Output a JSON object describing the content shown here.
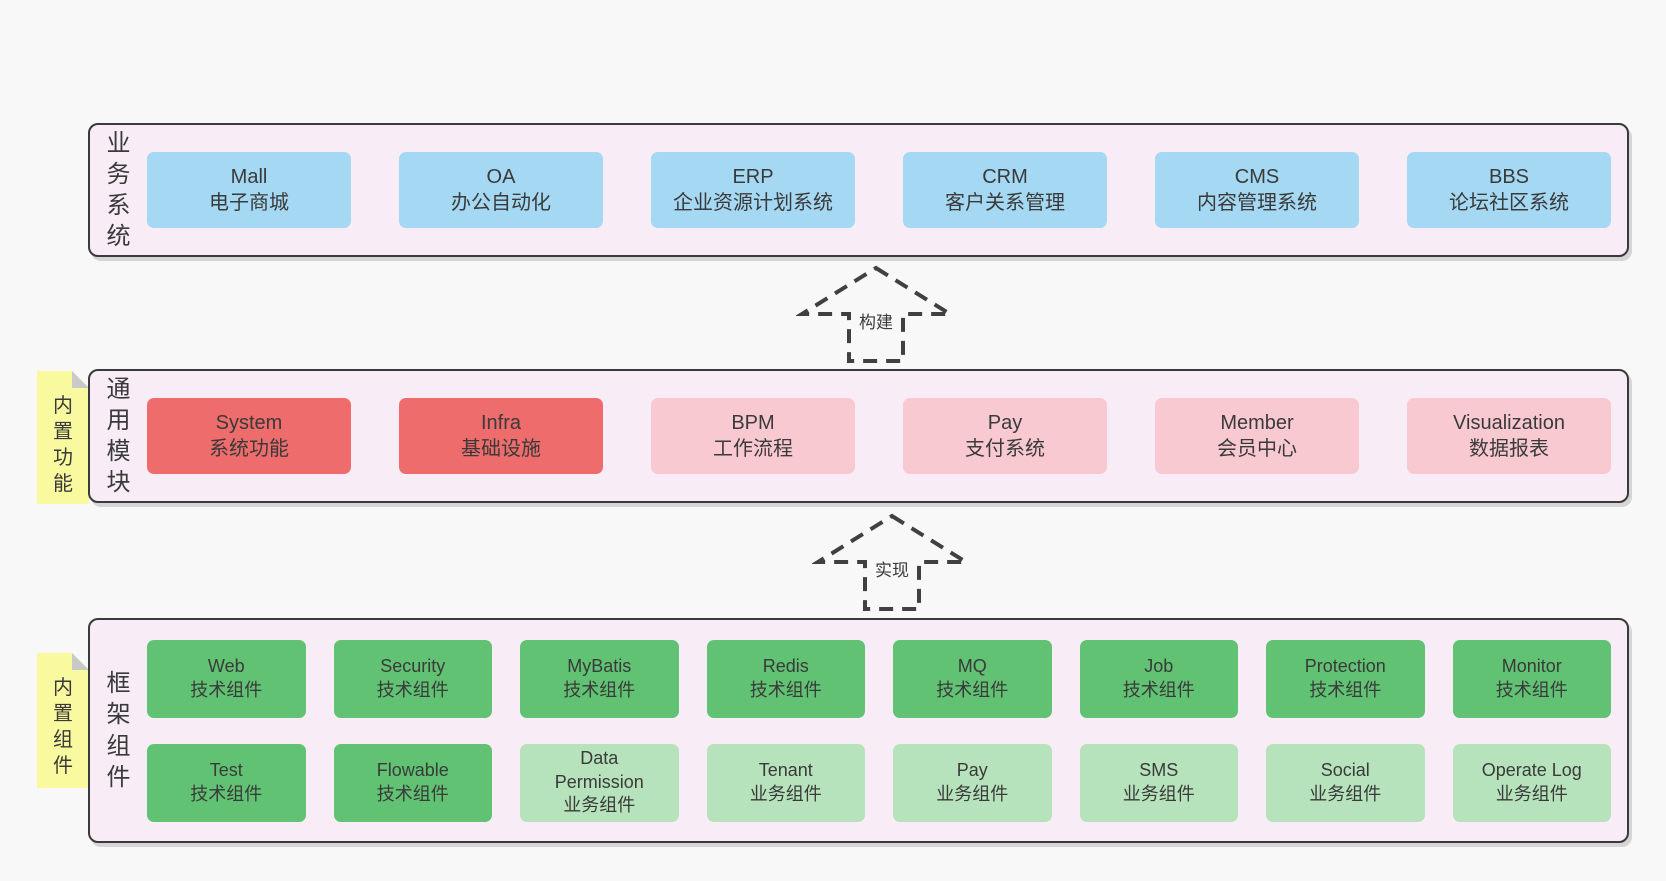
{
  "diagram": {
    "arrows": [
      {
        "label": "构建"
      },
      {
        "label": "实现"
      }
    ],
    "layers": [
      {
        "label": "业务系统",
        "tag": "",
        "rows": [
          [
            {
              "title": "Mall",
              "subtitle": "电子商城",
              "variant": "blue"
            },
            {
              "title": "OA",
              "subtitle": "办公自动化",
              "variant": "blue"
            },
            {
              "title": "ERP",
              "subtitle": "企业资源计划系统",
              "variant": "blue"
            },
            {
              "title": "CRM",
              "subtitle": "客户关系管理",
              "variant": "blue"
            },
            {
              "title": "CMS",
              "subtitle": "内容管理系统",
              "variant": "blue"
            },
            {
              "title": "BBS",
              "subtitle": "论坛社区系统",
              "variant": "blue"
            }
          ]
        ]
      },
      {
        "label": "通用模块",
        "tag": "内置功能",
        "rows": [
          [
            {
              "title": "System",
              "subtitle": "系统功能",
              "variant": "red"
            },
            {
              "title": "Infra",
              "subtitle": "基础设施",
              "variant": "red"
            },
            {
              "title": "BPM",
              "subtitle": "工作流程",
              "variant": "pink"
            },
            {
              "title": "Pay",
              "subtitle": "支付系统",
              "variant": "pink"
            },
            {
              "title": "Member",
              "subtitle": "会员中心",
              "variant": "pink"
            },
            {
              "title": "Visualization",
              "subtitle": "数据报表",
              "variant": "pink"
            }
          ]
        ]
      },
      {
        "label": "框架组件",
        "tag": "内置组件",
        "rows": [
          [
            {
              "title": "Web",
              "subtitle": "技术组件",
              "variant": "green"
            },
            {
              "title": "Security",
              "subtitle": "技术组件",
              "variant": "green"
            },
            {
              "title": "MyBatis",
              "subtitle": "技术组件",
              "variant": "green"
            },
            {
              "title": "Redis",
              "subtitle": "技术组件",
              "variant": "green"
            },
            {
              "title": "MQ",
              "subtitle": "技术组件",
              "variant": "green"
            },
            {
              "title": "Job",
              "subtitle": "技术组件",
              "variant": "green"
            },
            {
              "title": "Protection",
              "subtitle": "技术组件",
              "variant": "green"
            },
            {
              "title": "Monitor",
              "subtitle": "技术组件",
              "variant": "green"
            }
          ],
          [
            {
              "title": "Test",
              "subtitle": "技术组件",
              "variant": "green"
            },
            {
              "title": "Flowable",
              "subtitle": "技术组件",
              "variant": "green"
            },
            {
              "title": "Data\nPermission",
              "subtitle": "业务组件",
              "variant": "lightgreen"
            },
            {
              "title": "Tenant",
              "subtitle": "业务组件",
              "variant": "lightgreen"
            },
            {
              "title": "Pay",
              "subtitle": "业务组件",
              "variant": "lightgreen"
            },
            {
              "title": "SMS",
              "subtitle": "业务组件",
              "variant": "lightgreen"
            },
            {
              "title": "Social",
              "subtitle": "业务组件",
              "variant": "lightgreen"
            },
            {
              "title": "Operate Log",
              "subtitle": "业务组件",
              "variant": "lightgreen"
            }
          ]
        ]
      }
    ],
    "colors": {
      "blue": "#a5d8f2",
      "red": "#ef6c6c",
      "pink": "#f9c9d2",
      "green": "#60c272",
      "lightgreen": "#b6e3bb",
      "container_fill": "#f8edf7",
      "tag_yellow": "#f9f9a0",
      "fold_gray": "#c9c9c9",
      "border": "#3a3a3a",
      "arrow": "#404040",
      "page_bg": "#f8f8f8",
      "text": "#3a3a3a"
    }
  }
}
